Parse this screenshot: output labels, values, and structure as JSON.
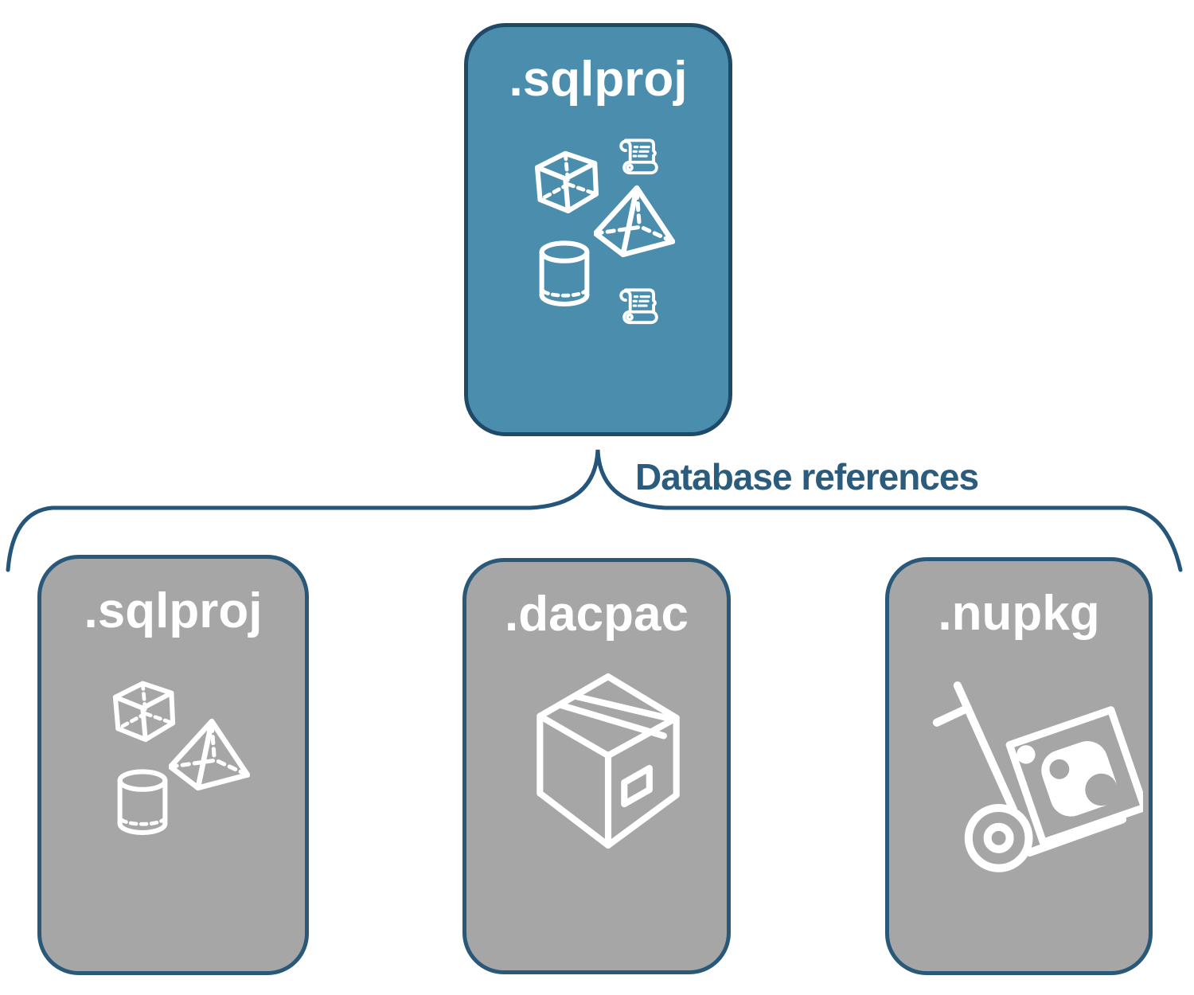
{
  "diagram": {
    "root": {
      "label": ".sqlproj",
      "icons": [
        "cube-icon",
        "scroll-icon",
        "pyramid-icon",
        "cylinder-icon",
        "scroll-icon"
      ]
    },
    "connector_label": "Database references",
    "children": [
      {
        "label": ".sqlproj",
        "icons": [
          "cube-icon",
          "pyramid-icon",
          "cylinder-icon"
        ]
      },
      {
        "label": ".dacpac",
        "icons": [
          "package-box-icon"
        ]
      },
      {
        "label": ".nupkg",
        "icons": [
          "hand-truck-package-icon"
        ]
      }
    ],
    "colors": {
      "background": "#FFFFFF",
      "root_fill": "#4A8DAC",
      "root_border": "#1E4A68",
      "child_fill": "#A6A6A6",
      "child_border": "#2A5878",
      "connector": "#24557A",
      "connector_label_color": "#2B5B7D",
      "icon_color": "#FFFFFF"
    }
  }
}
